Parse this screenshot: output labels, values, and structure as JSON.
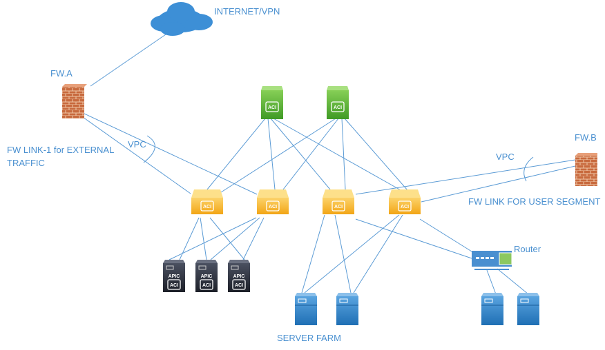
{
  "labels": {
    "internet": "INTERNET/VPN",
    "fw_a": "FW.A",
    "fw_b": "FW.B",
    "fw_link_1_line1": "FW LINK-1 for EXTERNAL",
    "fw_link_1_line2": "TRAFFIC",
    "vpc_left": "VPC",
    "vpc_right": "VPC",
    "fw_link_user": "FW LINK FOR USER SEGMENT",
    "router": "Router",
    "server_farm": "SERVER FARM",
    "apic": "APIC",
    "aci": "ACI"
  },
  "colors": {
    "link": "#5b9bd5",
    "text": "#4a90d0",
    "spine": "#5aa832",
    "leaf": "#f5b51f",
    "server": "#3a86c8",
    "apic": "#2b2f3a",
    "firewall": "#c0633a"
  }
}
